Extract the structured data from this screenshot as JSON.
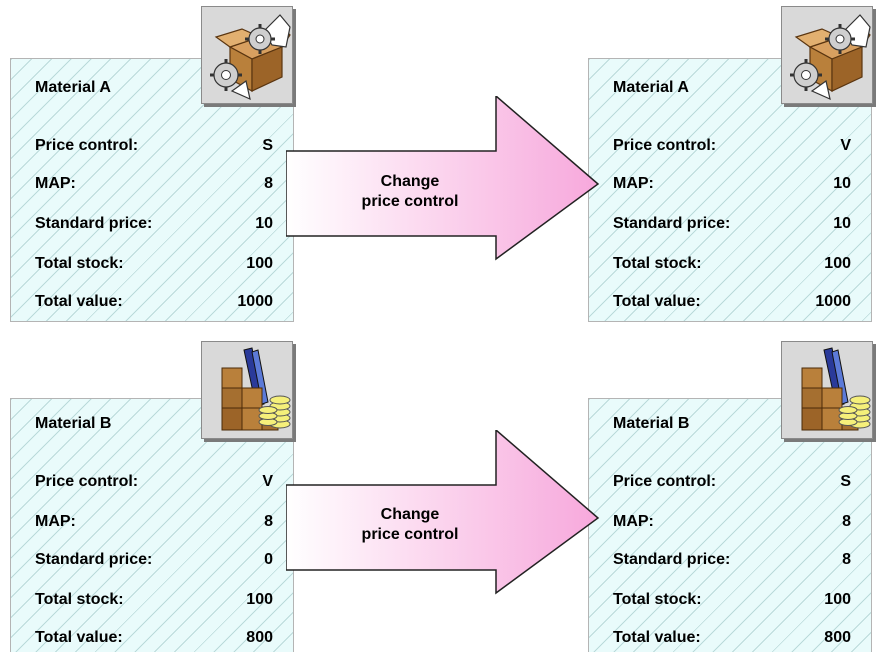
{
  "panels": [
    {
      "material": "Material A",
      "rows": [
        {
          "label": "Price control:",
          "value": "S"
        },
        {
          "label": "MAP:",
          "value": "8"
        },
        {
          "label": "Standard price:",
          "value": "10"
        },
        {
          "label": "Total stock:",
          "value": "100"
        },
        {
          "label": "Total value:",
          "value": "1000"
        }
      ],
      "icon": "box-with-gears-icon"
    },
    {
      "material": "Material A",
      "rows": [
        {
          "label": "Price control:",
          "value": "V"
        },
        {
          "label": "MAP:",
          "value": "10"
        },
        {
          "label": "Standard price:",
          "value": "10"
        },
        {
          "label": "Total stock:",
          "value": "100"
        },
        {
          "label": "Total value:",
          "value": "1000"
        }
      ],
      "icon": "box-with-gears-icon"
    },
    {
      "material": "Material B",
      "rows": [
        {
          "label": "Price control:",
          "value": "V"
        },
        {
          "label": "MAP:",
          "value": "8"
        },
        {
          "label": "Standard price:",
          "value": "0"
        },
        {
          "label": "Total stock:",
          "value": "100"
        },
        {
          "label": "Total value:",
          "value": "800"
        }
      ],
      "icon": "stock-and-coins-icon"
    },
    {
      "material": "Material B",
      "rows": [
        {
          "label": "Price control:",
          "value": "S"
        },
        {
          "label": "MAP:",
          "value": "8"
        },
        {
          "label": "Standard price:",
          "value": "8"
        },
        {
          "label": "Total stock:",
          "value": "100"
        },
        {
          "label": "Total value:",
          "value": "800"
        }
      ],
      "icon": "stock-and-coins-icon"
    }
  ],
  "arrows": [
    {
      "line1": "Change",
      "line2": "price control"
    },
    {
      "line1": "Change",
      "line2": "price control"
    }
  ],
  "colors": {
    "card_fill": "#e9fbfb",
    "arrow_gradient_start": "#ffffff",
    "arrow_gradient_end": "#f7a8dc",
    "box": "#b9803b",
    "coin": "#f5ef7a"
  }
}
